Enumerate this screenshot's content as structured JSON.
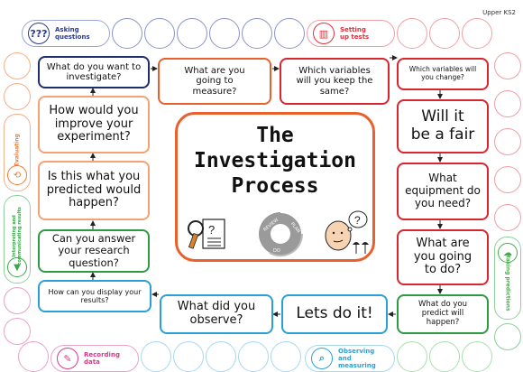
{
  "corner_label": "Upper KS2",
  "stages": {
    "asking": "Asking questions",
    "setting_up": "Setting up tests",
    "evaluating": "Evaluating",
    "interpreting": "Interpreting and communicating results",
    "making_predictions": "Making predictions",
    "recording": "Recording data",
    "observing": "Observing and measuring"
  },
  "center": {
    "title_line1": "The",
    "title_line2": "Investigation",
    "title_line3": "Process",
    "cycle_labels": [
      "REVIEW",
      "PLAN",
      "DO"
    ]
  },
  "steps": {
    "investigate": "What do you want to investigate?",
    "measure": "What are you going to measure?",
    "keep_same": "Which variables will you keep the same?",
    "change": "Which variables will you change?",
    "fair": "Will it be a fair",
    "equipment": "What equipment do you need?",
    "going_to_do": "What are you going to do?",
    "predict": "What do you predict will happen?",
    "do_it": "Lets do it!",
    "observe": "What did you observe?",
    "display": "How can you display your results?",
    "research": "Can you answer your research question?",
    "predicted": "Is this what you predicted would happen?",
    "improve": "How would you improve your experiment?"
  },
  "colors": {
    "asking": "#2b3a8c",
    "setting_up": "#e0303a",
    "evaluating": "#f07b2d",
    "interpreting": "#3aa64a",
    "making_predictions": "#4aa84f",
    "recording": "#d63a8a",
    "observing": "#2f9fd8",
    "navy": "#1f2d6e",
    "orange": "#e8612c",
    "red": "#d8262f",
    "green": "#2e9a44",
    "blue": "#2aa0d6",
    "peach": "#f3a273"
  }
}
